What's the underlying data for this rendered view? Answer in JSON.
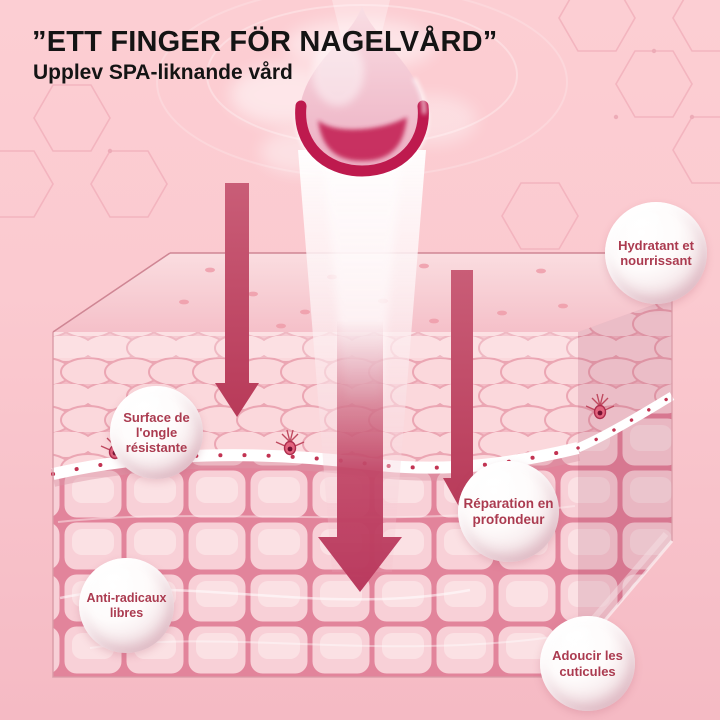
{
  "header": {
    "title": "”ETT FINGER FÖR NAGELVÅRD”",
    "subtitle": "Upplev SPA-liknande vård"
  },
  "diagram": {
    "name": "skin-absorption-cross-section",
    "bubbles": [
      {
        "label": "Hydratant et nourrissant"
      },
      {
        "label": "Surface de l'ongle résistante"
      },
      {
        "label": "Réparation en profondeur"
      },
      {
        "label": "Anti-radicaux libres"
      },
      {
        "label": "Adoucir les cuticules"
      }
    ],
    "icons": [
      {
        "name": "serum-drop-icon"
      },
      {
        "name": "absorption-down-arrow-icon"
      },
      {
        "name": "skin-layers-block"
      },
      {
        "name": "hexagon-molecule-pattern"
      }
    ]
  },
  "colors": {
    "background_top": "#fcced3",
    "background_bottom": "#f5bac4",
    "title_text": "#141414",
    "bubble_text": "#ab3b50",
    "arrow": "#c14e68",
    "drop_crimson": "#be1a4e"
  }
}
